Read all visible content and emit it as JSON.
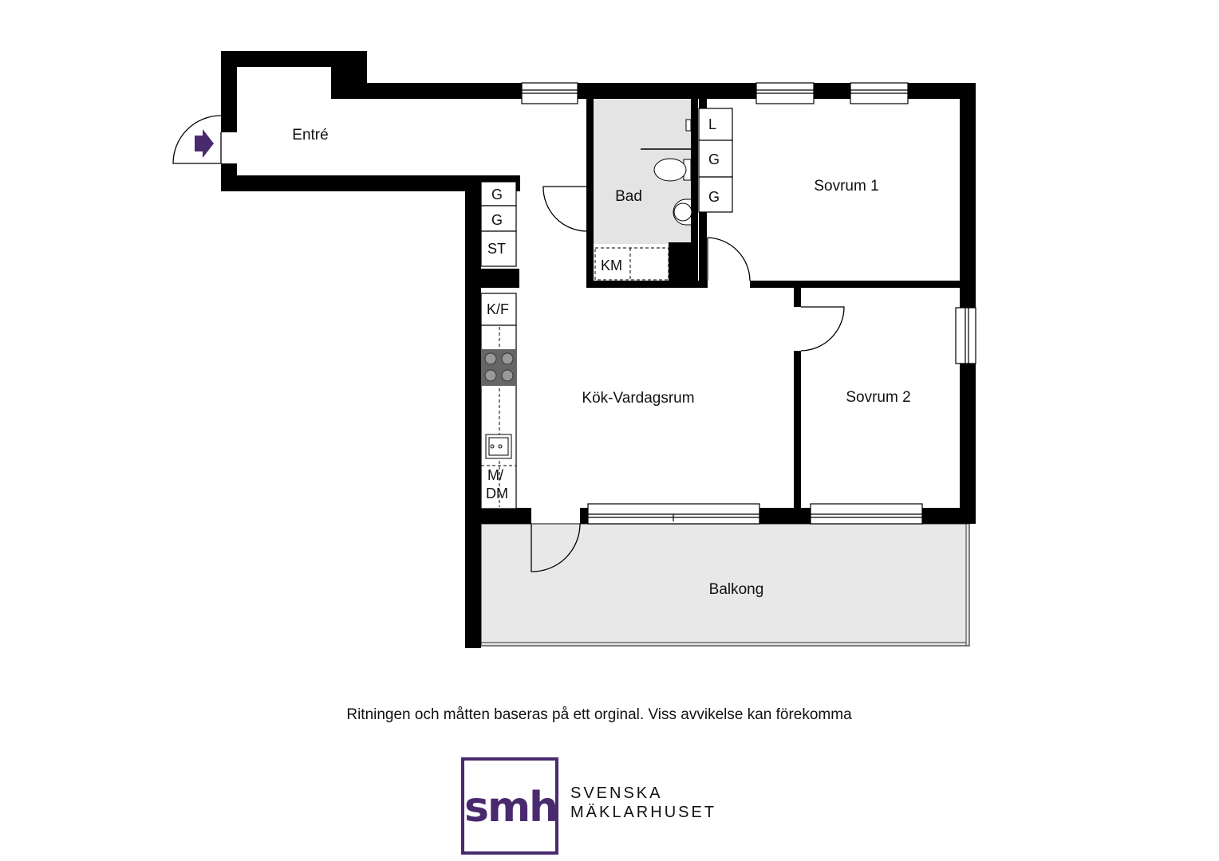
{
  "rooms": {
    "entre": "Entré",
    "bad": "Bad",
    "sovrum1": "Sovrum 1",
    "sovrum2": "Sovrum 2",
    "kok": "Kök-Vardagsrum",
    "balkong": "Balkong"
  },
  "fixtures": {
    "hall_g1": "G",
    "hall_g2": "G",
    "hall_st": "ST",
    "bed_l": "L",
    "bed_g1": "G",
    "bed_g2": "G",
    "km": "KM",
    "kf": "K/F",
    "mdm_1": "M/",
    "mdm_2": "DM"
  },
  "disclaimer": "Ritningen och måtten baseras på ett orginal. Viss avvikelse kan förekomma",
  "brand": {
    "logo_text": "smh",
    "line1": "SVENSKA",
    "line2": "MÄKLARHUSET",
    "color": "#4a2a6e"
  },
  "colors": {
    "wall": "#000000",
    "bath_floor": "#e4e4e4",
    "balcony_floor": "#e8e8e8",
    "entrance_arrow": "#4a2a6e"
  }
}
